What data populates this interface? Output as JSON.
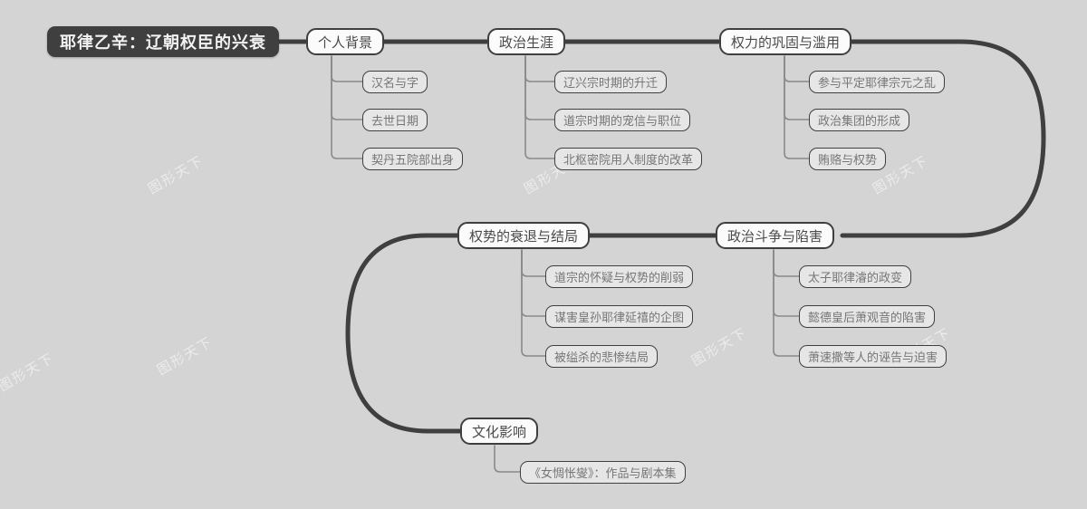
{
  "diagram": {
    "type": "mindmap",
    "watermark": "图形天下",
    "colors": {
      "background": "#d4d4d4",
      "root_fill": "#3f3f3f",
      "root_text": "#f2f2f2",
      "branch_fill": "#fbfbfb",
      "branch_text": "#4a4a4a",
      "leaf_fill": "#e6e6e6",
      "leaf_text": "#767676",
      "stroke": "#3f3f3f",
      "thin_link": "#8a8a8a"
    },
    "root": {
      "label": "耶律乙辛：辽朝权臣的兴衰"
    },
    "branches": [
      {
        "label": "个人背景",
        "children": [
          "汉名与字",
          "去世日期",
          "契丹五院部出身"
        ]
      },
      {
        "label": "政治生涯",
        "children": [
          "辽兴宗时期的升迁",
          "道宗时期的宠信与职位",
          "北枢密院用人制度的改革"
        ]
      },
      {
        "label": "权力的巩固与滥用",
        "children": [
          "参与平定耶律宗元之乱",
          "政治集团的形成",
          "贿赂与权势"
        ]
      },
      {
        "label": "政治斗争与陷害",
        "children": [
          "太子耶律濬的政变",
          "懿德皇后萧观音的陷害",
          "萧速撒等人的诬告与迫害"
        ]
      },
      {
        "label": "权势的衰退与结局",
        "children": [
          "道宗的怀疑与权势的削弱",
          "谋害皇孙耶律延禧的企图",
          "被缢杀的悲惨结局"
        ]
      },
      {
        "label": "文化影响",
        "children": [
          "《女惆怅燮》：作品与剧本集"
        ]
      }
    ]
  }
}
